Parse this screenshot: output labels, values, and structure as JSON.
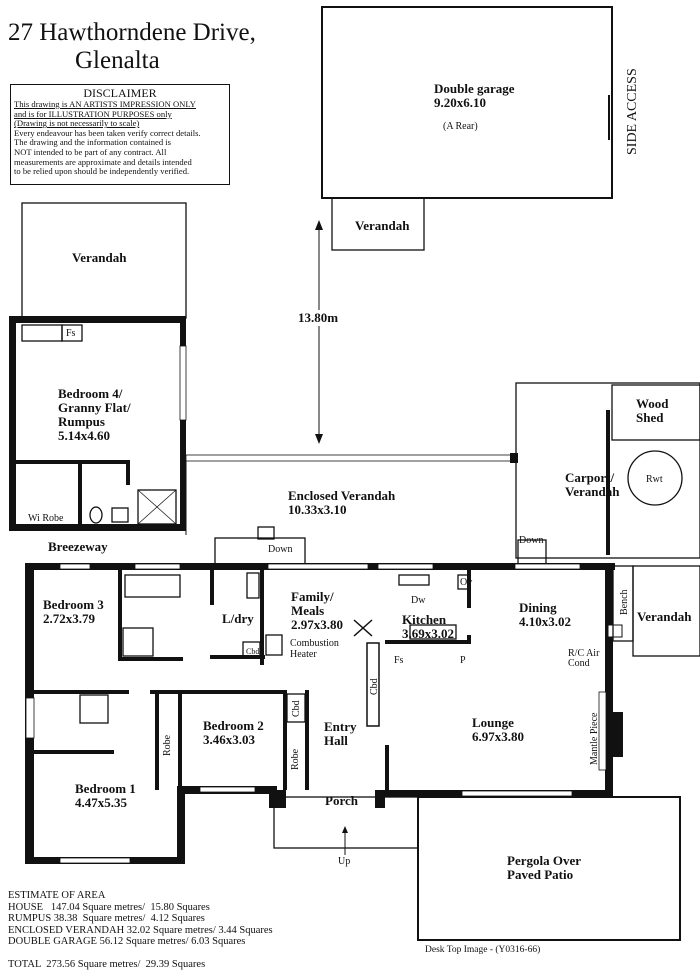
{
  "title": {
    "line1": "27 Hawthorndene Drive,",
    "line2": "Glenalta"
  },
  "disclaimer": {
    "heading": "DISCLAIMER",
    "underlined": [
      "This drawing is AN ARTISTS IMPRESSION ONLY",
      "and is for ILLUSTRATION PURPOSES only",
      "(Drawing is not necessarily to scale)"
    ],
    "lines": [
      "Every endeavour has been taken verify correct details.",
      "The drawing and the information contained is",
      "NOT intended to be part of any contract.  All",
      "measurements are approximate and details intended",
      "to be relied upon should be independently verified."
    ]
  },
  "rooms": {
    "garage": {
      "name": "Double garage",
      "size": "9.20x6.10",
      "note": "(A Rear)"
    },
    "side_access": "SIDE ACCESS",
    "garage_verandah": "Verandah",
    "distance": "13.80m",
    "rear_verandah": "Verandah",
    "bedroom4": {
      "l1": "Bedroom 4/",
      "l2": "Granny Flat/",
      "l3": "Rumpus",
      "size": "5.14x4.60"
    },
    "wi_robe": "Wi Robe",
    "fs_granny": "Fs",
    "enclosed_verandah": {
      "name": "Enclosed Verandah",
      "size": "10.33x3.10"
    },
    "carport": {
      "l1": "Carport/",
      "l2": "Verandah"
    },
    "wood_shed": {
      "l1": "Wood",
      "l2": "Shed"
    },
    "rwt": "Rwt",
    "breezeway": "Breezeway",
    "down_left": "Down",
    "down_right": "Down",
    "bedroom3": {
      "name": "Bedroom 3",
      "size": "2.72x3.79"
    },
    "laundry": "L/dry",
    "cbd_laundry": "Cbd",
    "family": {
      "l1": "Family/",
      "l2": "Meals",
      "size": "2.97x3.80"
    },
    "heater": {
      "l1": "Combustion",
      "l2": "Heater"
    },
    "kitchen": {
      "name": "Kitchen",
      "size": "3.69x3.02"
    },
    "dw": "Dw",
    "ov": "Ov",
    "fs_kitchen": "Fs",
    "pantry": "P",
    "cbd_kitchen": "Cbd",
    "dining": {
      "name": "Dining",
      "size": "4.10x3.02"
    },
    "bench": "Bench",
    "side_verandah": "Verandah",
    "aircon": {
      "l1": "R/C Air",
      "l2": "Cond"
    },
    "bedroom2": {
      "name": "Bedroom 2",
      "size": "3.46x3.03"
    },
    "robe_b1": "Robe",
    "robe_b2": "Robe",
    "cbd_entry": "Cbd",
    "entry": {
      "l1": "Entry",
      "l2": "Hall"
    },
    "lounge": {
      "name": "Lounge",
      "size": "6.97x3.80"
    },
    "mantle": "Mantle Piece",
    "bedroom1": {
      "name": "Bedroom 1",
      "size": "4.47x5.35"
    },
    "porch": "Porch",
    "up": "Up",
    "pergola": {
      "l1": "Pergola Over",
      "l2": "Paved Patio"
    }
  },
  "area": {
    "heading": "ESTIMATE OF AREA",
    "house": "HOUSE   147.04 Square metres/  15.80 Squares",
    "rumpus": "RUMPUS 38.38  Square metres/  4.12 Squares",
    "enclosed": "ENCLOSED VERANDAH 32.02 Square metres/ 3.44 Squares",
    "garage": "DOUBLE GARAGE 56.12 Square metres/ 6.03 Squares",
    "total": "TOTAL  273.56 Square metres/  29.39 Squares"
  },
  "footer": "Desk Top Image - (Y0316-66)"
}
